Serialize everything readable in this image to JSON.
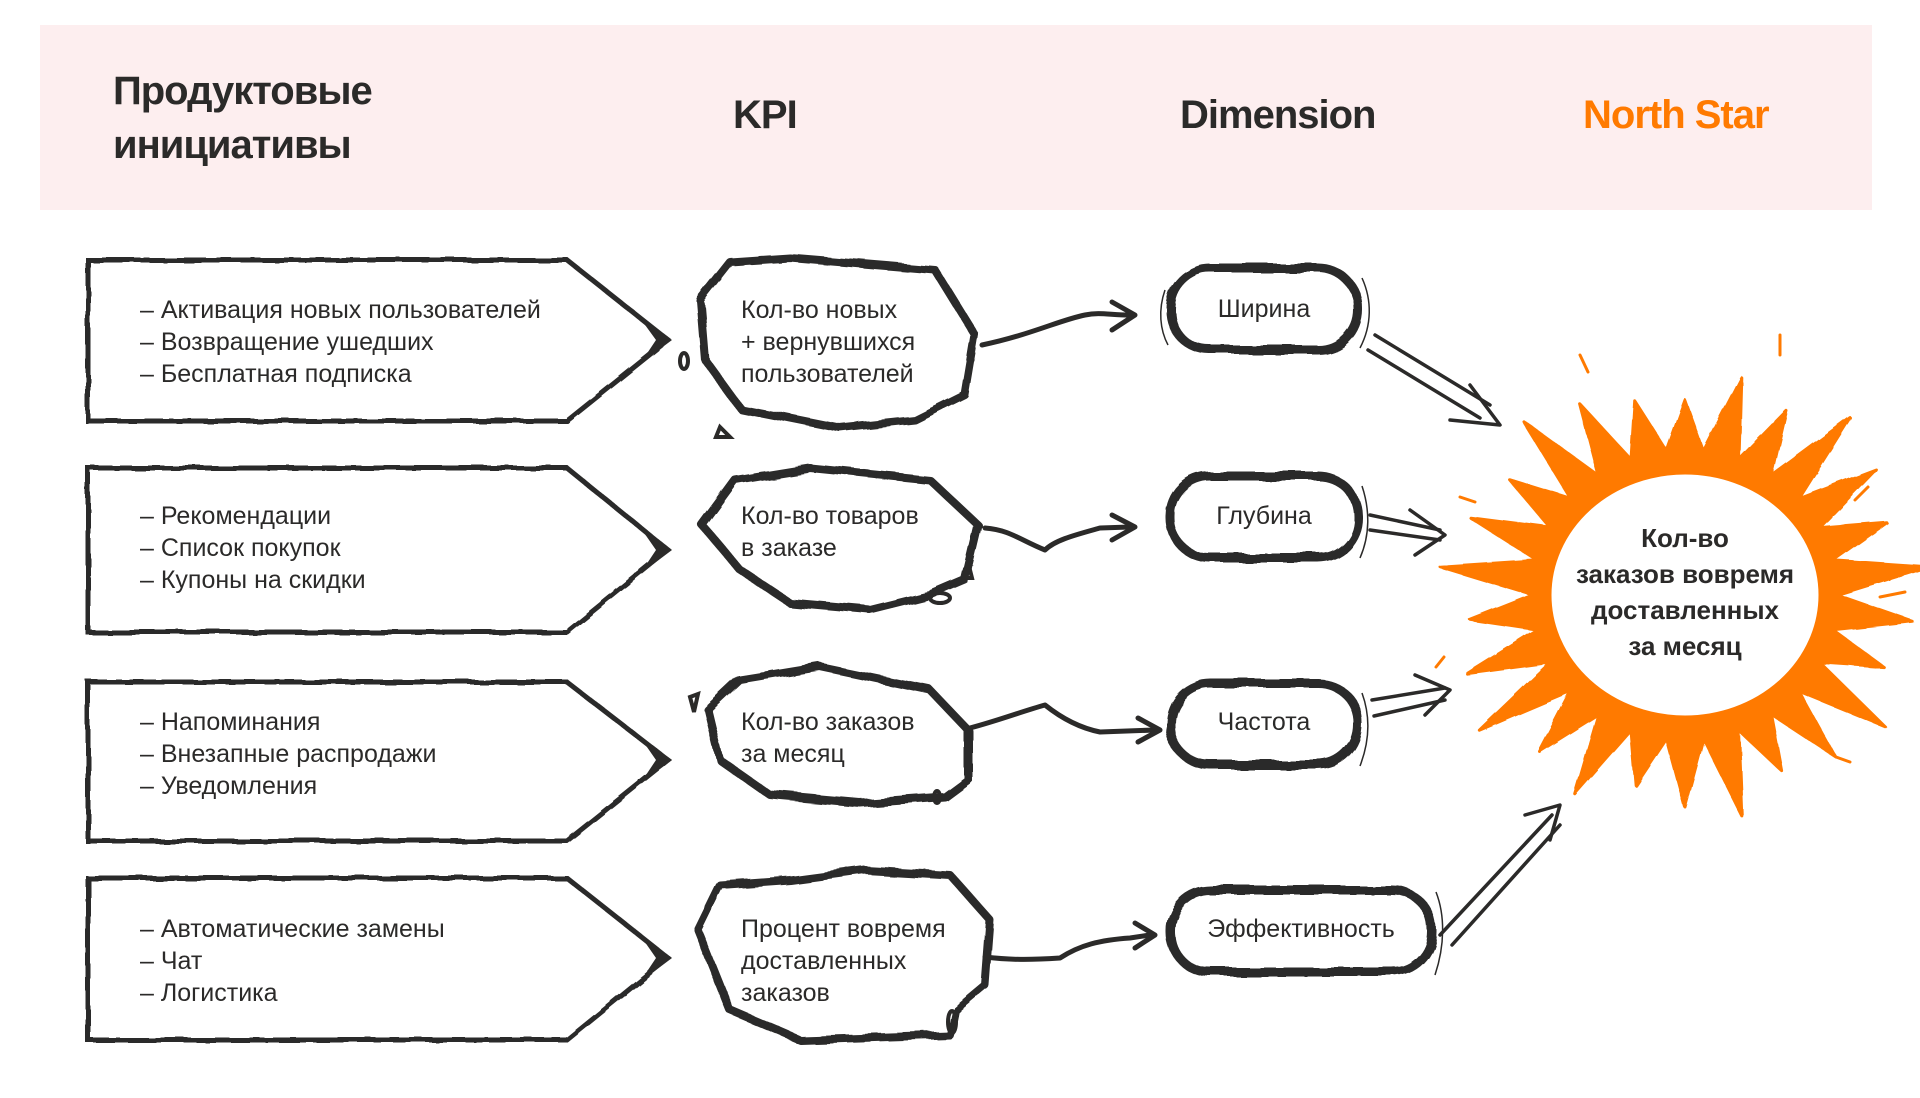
{
  "header": {
    "columns": [
      {
        "id": "initiatives",
        "label_line1": "Продуктовые",
        "label_line2": "инициативы"
      },
      {
        "id": "kpi",
        "label": "KPI"
      },
      {
        "id": "dimension",
        "label": "Dimension"
      },
      {
        "id": "north_star",
        "label": "North Star"
      }
    ],
    "background_color": "#fdeeef",
    "accent_color": "#ff7a00"
  },
  "rows": [
    {
      "initiatives": [
        "– Активация новых пользователей",
        "– Возвращение ушедших",
        "– Бесплатная подписка"
      ],
      "kpi": [
        "Кол-во новых",
        "+ вернувшихся",
        "пользователей"
      ],
      "dimension": "Ширина"
    },
    {
      "initiatives": [
        "– Рекомендации",
        "– Список покупок",
        "– Купоны на скидки"
      ],
      "kpi": [
        "Кол-во товаров",
        "в заказе"
      ],
      "dimension": "Глубина"
    },
    {
      "initiatives": [
        "– Напоминания",
        "– Внезапные распродажи",
        "– Уведомления"
      ],
      "kpi": [
        "Кол-во заказов",
        "за месяц"
      ],
      "dimension": "Частота"
    },
    {
      "initiatives": [
        "– Автоматические замены",
        "– Чат",
        "– Логистика"
      ],
      "kpi": [
        "Процент вовремя",
        "доставленных",
        "заказов"
      ],
      "dimension": "Эффективность"
    }
  ],
  "north_star": {
    "lines": [
      "Кол-во",
      "заказов вовремя",
      "доставленных",
      "за месяц"
    ],
    "color": "#ff7a00"
  },
  "ink_color": "#2b2a29"
}
